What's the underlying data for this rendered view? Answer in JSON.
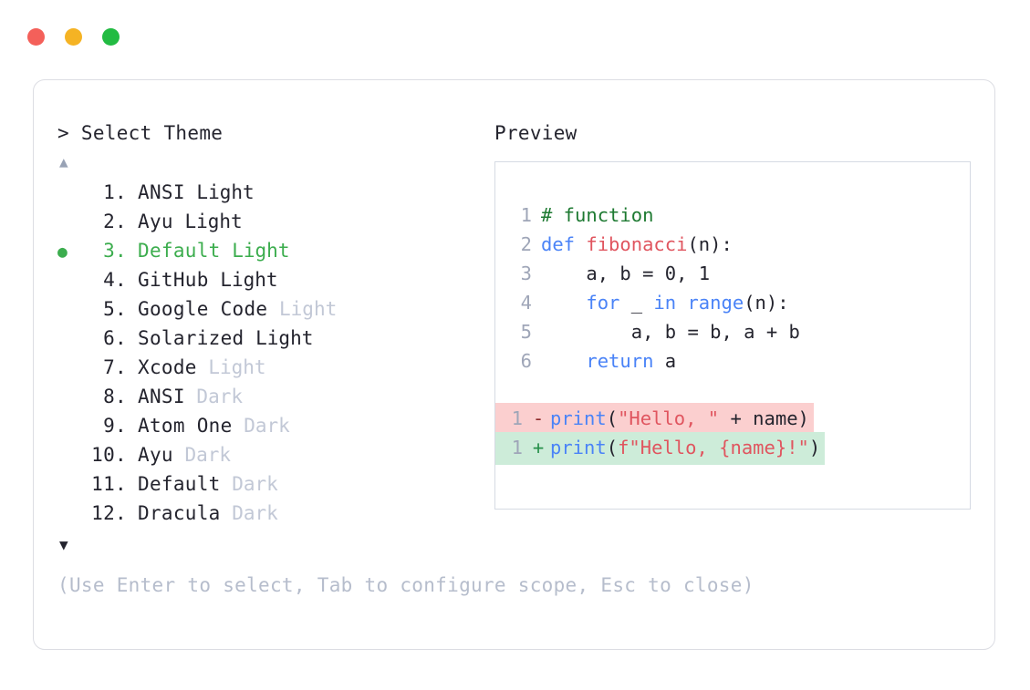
{
  "window": {
    "traffic_lights": [
      {
        "name": "close",
        "color": "#f4605a"
      },
      {
        "name": "minimize",
        "color": "#f5b324"
      },
      {
        "name": "zoom",
        "color": "#22bb42"
      }
    ]
  },
  "selector": {
    "prompt": "> Select Theme",
    "scroll_up_icon": "▲",
    "scroll_down_icon": "▼",
    "selected_bullet": "●",
    "items": [
      {
        "number": "1.",
        "name": "ANSI",
        "variant": "Light",
        "variant_muted": false,
        "selected": false
      },
      {
        "number": "2.",
        "name": "Ayu",
        "variant": "Light",
        "variant_muted": false,
        "selected": false
      },
      {
        "number": "3.",
        "name": "Default",
        "variant": "Light",
        "variant_muted": false,
        "selected": true
      },
      {
        "number": "4.",
        "name": "GitHub",
        "variant": "Light",
        "variant_muted": false,
        "selected": false
      },
      {
        "number": "5.",
        "name": "Google Code",
        "variant": "Light",
        "variant_muted": true,
        "selected": false
      },
      {
        "number": "6.",
        "name": "Solarized",
        "variant": "Light",
        "variant_muted": false,
        "selected": false
      },
      {
        "number": "7.",
        "name": "Xcode",
        "variant": "Light",
        "variant_muted": true,
        "selected": false
      },
      {
        "number": "8.",
        "name": "ANSI",
        "variant": "Dark",
        "variant_muted": true,
        "selected": false
      },
      {
        "number": "9.",
        "name": "Atom One",
        "variant": "Dark",
        "variant_muted": true,
        "selected": false
      },
      {
        "number": "10.",
        "name": "Ayu",
        "variant": "Dark",
        "variant_muted": true,
        "selected": false
      },
      {
        "number": "11.",
        "name": "Default",
        "variant": "Dark",
        "variant_muted": true,
        "selected": false
      },
      {
        "number": "12.",
        "name": "Dracula",
        "variant": "Dark",
        "variant_muted": true,
        "selected": false
      }
    ],
    "hint": "(Use Enter to select, Tab to configure scope, Esc to close)"
  },
  "preview": {
    "label": "Preview",
    "code_lines": [
      {
        "number": "1",
        "tokens": [
          {
            "text": "# function",
            "type": "comment"
          }
        ]
      },
      {
        "number": "2",
        "tokens": [
          {
            "text": "def ",
            "type": "kw"
          },
          {
            "text": "fibonacci",
            "type": "fn"
          },
          {
            "text": "(n):",
            "type": "plain"
          }
        ]
      },
      {
        "number": "3",
        "tokens": [
          {
            "text": "    a, b = 0, 1",
            "type": "plain"
          }
        ]
      },
      {
        "number": "4",
        "tokens": [
          {
            "text": "    ",
            "type": "plain"
          },
          {
            "text": "for ",
            "type": "kw"
          },
          {
            "text": "_ ",
            "type": "plain"
          },
          {
            "text": "in ",
            "type": "kw"
          },
          {
            "text": "range",
            "type": "builtin"
          },
          {
            "text": "(n):",
            "type": "plain"
          }
        ]
      },
      {
        "number": "5",
        "tokens": [
          {
            "text": "        a, b = b, a + b",
            "type": "plain"
          }
        ]
      },
      {
        "number": "6",
        "tokens": [
          {
            "text": "    ",
            "type": "plain"
          },
          {
            "text": "return ",
            "type": "kw"
          },
          {
            "text": "a",
            "type": "plain"
          }
        ]
      }
    ],
    "diff_lines": [
      {
        "kind": "del",
        "number": "1",
        "marker": "-",
        "background": "#fbcfcf",
        "tokens": [
          {
            "text": "print",
            "type": "builtin"
          },
          {
            "text": "(",
            "type": "plain"
          },
          {
            "text": "\"Hello, \"",
            "type": "str"
          },
          {
            "text": " + name)",
            "type": "plain"
          }
        ]
      },
      {
        "kind": "add",
        "number": "1",
        "marker": "+",
        "background": "#cdecd9",
        "tokens": [
          {
            "text": "print",
            "type": "builtin"
          },
          {
            "text": "(",
            "type": "plain"
          },
          {
            "text": "f\"Hello, {name}!\"",
            "type": "str"
          },
          {
            "text": ")",
            "type": "plain"
          }
        ]
      }
    ]
  }
}
